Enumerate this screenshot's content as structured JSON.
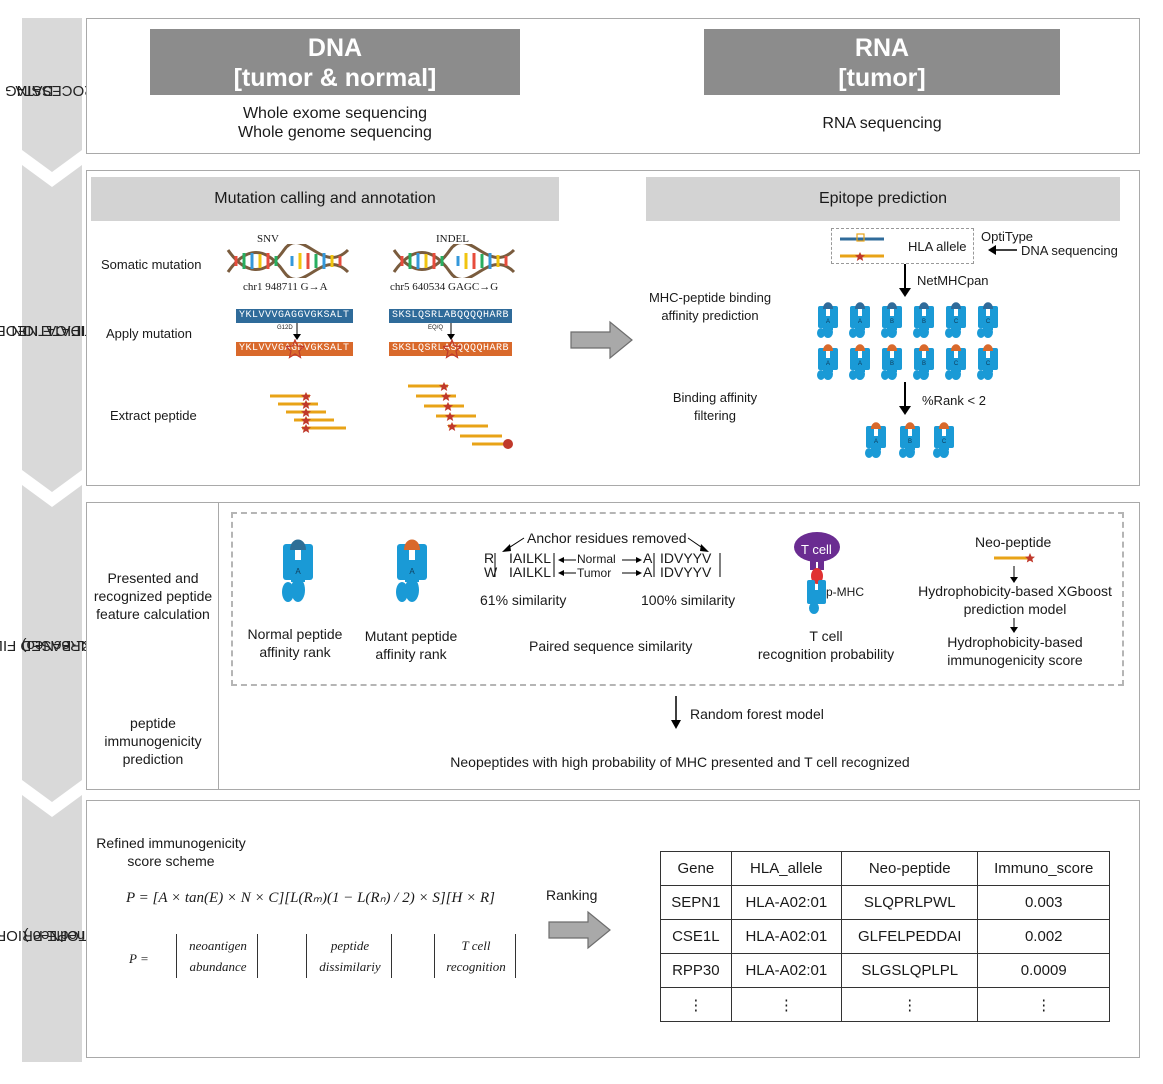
{
  "stages": {
    "s1": [
      "DATA",
      "PREPROCESSING"
    ],
    "s2": [
      "CANDIDATE NEOEPITOPE",
      "IDENTIFICATION"
    ],
    "s3": [
      "MODEL-BASED FILTERING",
      "(Pre&RecNeo)"
    ],
    "s4": [
      "NEOEPITOPE PRIORITIZATION",
      "(RefinedNeo )"
    ]
  },
  "preprocessing": {
    "dna_title": [
      "DNA",
      "[tumor & normal]"
    ],
    "dna_methods": [
      "Whole exome sequencing",
      "Whole genome sequencing"
    ],
    "rna_title": [
      "RNA",
      "[tumor]"
    ],
    "rna_method": "RNA sequencing"
  },
  "identification": {
    "mutation_header": "Mutation calling and annotation",
    "epitope_header": "Epitope prediction",
    "snv_label": "SNV",
    "indel_label": "INDEL",
    "snv_coord": "chr1   948711   G→A",
    "indel_coord": "chr5   640534   GAGC→G",
    "row_somatic": "Somatic mutation",
    "row_apply": "Apply mutation",
    "row_extract": "Extract peptide",
    "snv_normal_seq": "YKLVVVGAGGVGKSALT",
    "snv_mut_seq": "YKLVVVGAGDVGKSALT",
    "snv_change": "G12D",
    "indel_normal_seq": "SKSLQSRLABQQQQHARB",
    "indel_mut_seq": "SKSLQSRLASQQQQHARB",
    "indel_change": "EQ/Q",
    "hla_allele": "HLA allele",
    "optitype": "OptiType",
    "dna_seq": "DNA sequencing",
    "netmhcpan": "NetMHCpan",
    "binding_pred": [
      "MHC-peptide binding",
      "affinity prediction"
    ],
    "binding_filter": [
      "Binding affinity",
      "filtering"
    ],
    "rank_threshold": "%Rank < 2",
    "hla_letters": [
      "A",
      "A",
      "B",
      "B",
      "C",
      "C"
    ]
  },
  "filtering": {
    "feature_calc": [
      "Presented and",
      "recognized peptide",
      "feature calculation"
    ],
    "immuno_pred": [
      "peptide",
      "immunogenicity",
      "prediction"
    ],
    "normal_rank": [
      "Normal peptide",
      "affinity rank"
    ],
    "mutant_rank": [
      "Mutant peptide",
      "affinity rank"
    ],
    "anchor_removed": "Anchor residues removed",
    "seq_r": "R",
    "seq_w": "W",
    "seq_core": "IAILKL",
    "seq_a": "A",
    "seq_tail": "IDVYYV",
    "normal_arrow": "Normal",
    "tumor_arrow": "Tumor",
    "sim_61": "61% similarity",
    "sim_100": "100% similarity",
    "paired_sim": "Paired sequence similarity",
    "tcell": "T cell",
    "pmhc": "p-MHC",
    "tcell_prob": [
      "T cell",
      "recognition probability"
    ],
    "neo_peptide": "Neo-peptide",
    "xgboost": [
      "Hydrophobicity-based XGboost",
      "prediction model"
    ],
    "hydro_score": [
      "Hydrophobicity-based",
      "immunogenicity  score"
    ],
    "rf_model": "Random forest model",
    "neo_result": "Neopeptides with high probability of MHC presented and T cell recognized"
  },
  "prioritization": {
    "refined_title": [
      "Refined immunogenicity",
      "score scheme"
    ],
    "formula": "P = [A × tan(E) × N × C][L(Rₘ)(1 − L(Rₙ) / 2) × S][H × R]",
    "p_eq": "P =",
    "bracket1": [
      "neoantigen",
      "abundance"
    ],
    "bracket2": [
      "peptide",
      "dissimilariy"
    ],
    "bracket3": [
      "T cell",
      "recognition"
    ],
    "ranking": "Ranking",
    "table": {
      "headers": [
        "Gene",
        "HLA_allele",
        "Neo-peptide",
        "Immuno_score"
      ],
      "rows": [
        [
          "SEPN1",
          "HLA-A02:01",
          "SLQPRLPWL",
          "0.003"
        ],
        [
          "CSE1L",
          "HLA-A02:01",
          "GLFELPEDDAI",
          "0.002"
        ],
        [
          "RPP30",
          "HLA-A02:01",
          "SLGSLQPLPL",
          "0.0009"
        ],
        [
          "⋮",
          "⋮",
          "⋮",
          "⋮"
        ]
      ]
    }
  },
  "colors": {
    "header_dark": "#8c8c8c",
    "header_light": "#d3d3d3",
    "mhc_blue": "#1a9ad6",
    "peptide_orange": "#e8a317",
    "mutant_red": "#c0392b",
    "seq_blue": "#2f6b9a",
    "seq_orange": "#d9692b",
    "tcell_purple": "#6a2c91"
  }
}
